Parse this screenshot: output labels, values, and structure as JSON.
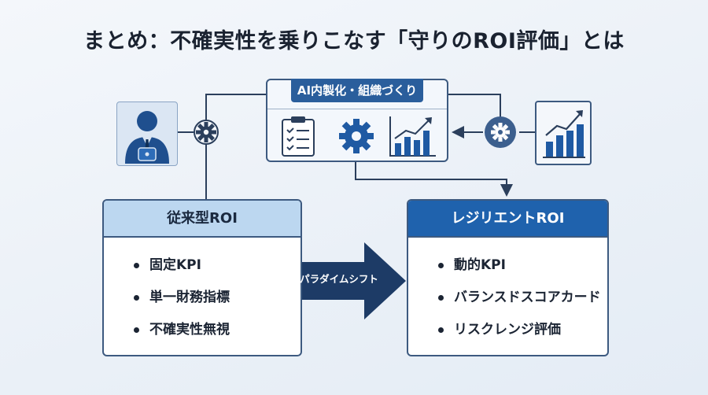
{
  "title": "まとめ：不確実性を乗りこなす「守りのROI評価」とは",
  "top_box": {
    "title": "AI内製化・組織づくり"
  },
  "left_panel": {
    "title": "従来型ROI",
    "items": [
      "固定KPI",
      "単一財務指標",
      "不確実性無視"
    ]
  },
  "right_panel": {
    "title": "レジリエントROI",
    "items": [
      "動的KPI",
      "バランスドスコアカード",
      "リスクレンジ評価"
    ]
  },
  "shift_arrow": {
    "label": "パラダイムシフト"
  },
  "icons": [
    "person-icon",
    "gear-icon",
    "clipboard-checklist-icon",
    "growth-chart-icon"
  ],
  "colors": {
    "primary": "#1f62ad",
    "dark": "#3d5a80",
    "light": "#bcd7f0"
  }
}
